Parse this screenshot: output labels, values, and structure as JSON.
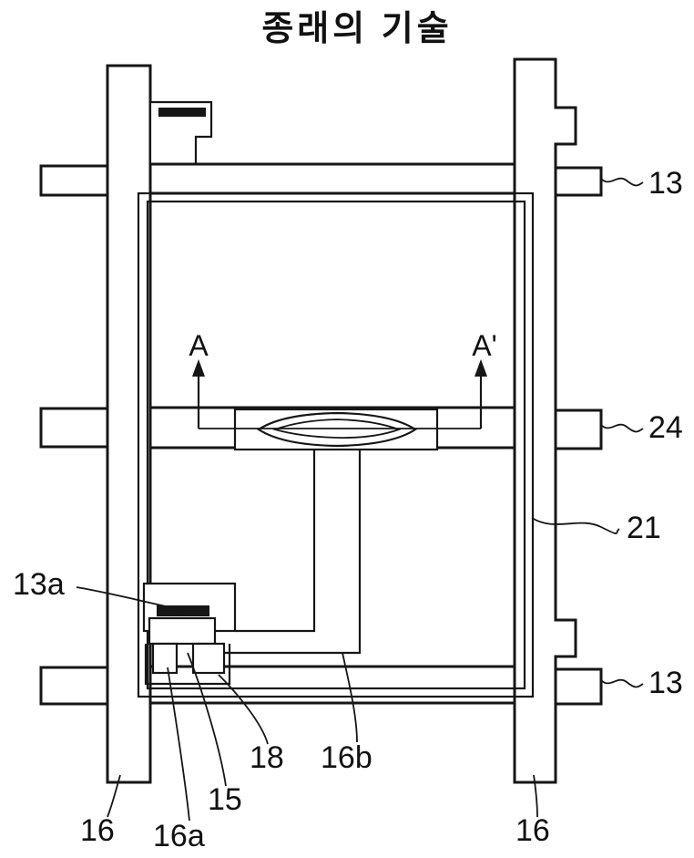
{
  "title": "종래의 기술",
  "section": {
    "a": "A",
    "a_prime": "A'"
  },
  "labels": {
    "l13_top": "13",
    "l24": "24",
    "l21": "21",
    "l13_bottom": "13",
    "l13a": "13a",
    "l18": "18",
    "l15": "15",
    "l16a": "16a",
    "l16b": "16b",
    "l16_left": "16",
    "l16_right": "16"
  },
  "colors": {
    "ink": "#161616",
    "background": "#ffffff"
  }
}
